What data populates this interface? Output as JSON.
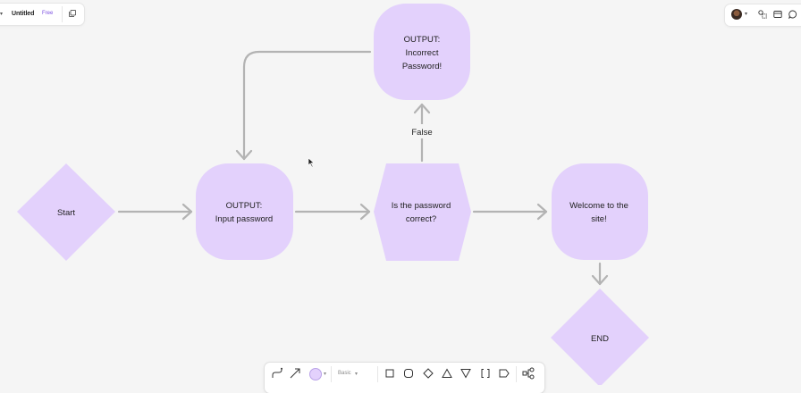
{
  "file": {
    "title": "Untitled",
    "plan_badge": "Free",
    "menu_icon": "chevron-down-icon",
    "layers_icon": "layers-icon"
  },
  "header_right": {
    "avatar": "avatar",
    "icons": [
      "shapes-icon",
      "frame-icon",
      "comment-icon"
    ]
  },
  "toolbar": {
    "stroke_style_label": "Basic",
    "fill_color": "#e3d1fc",
    "tools": [
      "connector-icon",
      "arrow-icon",
      "rectangle-icon",
      "ellipse-icon",
      "diamond-icon",
      "triangle-icon",
      "down-triangle-icon",
      "braces-icon",
      "tag-icon",
      "flow-icon"
    ]
  },
  "diagram": {
    "node_fill": "#e3d1fc",
    "connector_color": "#b3b3b3",
    "nodes": {
      "start": "Start",
      "input": [
        "OUTPUT:",
        "Input password"
      ],
      "decision": [
        "Is the password",
        "correct?"
      ],
      "incorrect": [
        "OUTPUT:",
        "Incorrect",
        "Password!"
      ],
      "welcome": [
        "Welcome to the",
        "site!"
      ],
      "end": "END"
    },
    "edge_labels": {
      "false": "False"
    }
  }
}
